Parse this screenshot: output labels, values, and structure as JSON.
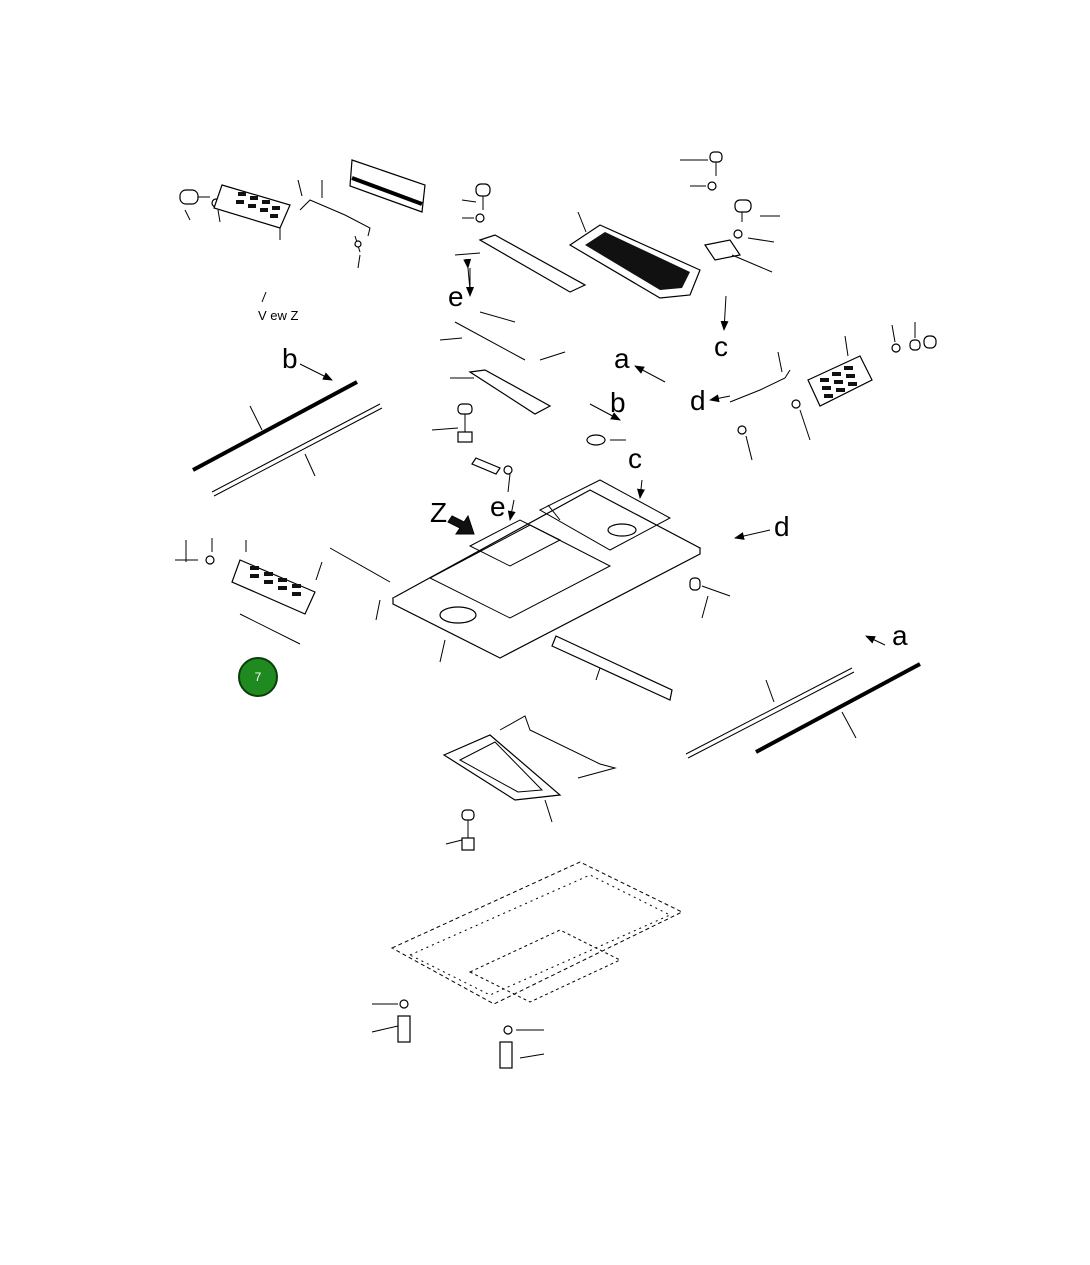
{
  "labels": {
    "view_z": "V ew Z",
    "a_left": "a",
    "a_right": "a",
    "b_left": "b",
    "b_mid": "b",
    "c_top": "c",
    "c_mid": "c",
    "d_right": "d",
    "d_mid": "d",
    "e_top": "e",
    "e_mid": "e",
    "z_arrow": "Z"
  },
  "callout": {
    "number": "7",
    "color": "#1f8a1f"
  }
}
